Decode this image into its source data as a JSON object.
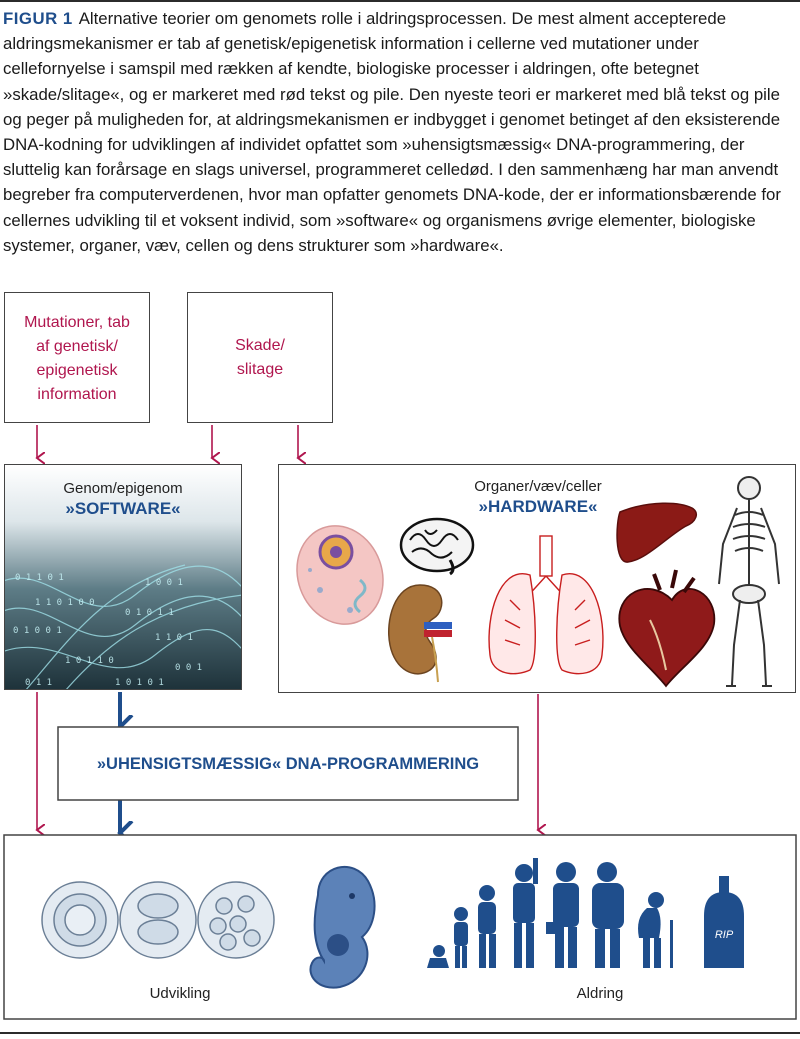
{
  "caption": {
    "figure_label": "FIGUR 1",
    "text": "Alternative teorier om genomets rolle i aldringsprocessen. De mest alment accepterede aldringsmekanismer er tab af genetisk/epigenetisk information i cellerne ved mutationer under cellefornyelse i samspil med rækken af kendte, biologiske processer i aldringen, ofte betegnet »skade/slitage«, og er markeret med rød tekst og pile. Den nyeste teori er markeret med blå tekst og pile og peger på muligheden for, at aldringsmekanismen er indbygget i genomet betinget af den eksisterende DNA-kodning for udviklingen af individet opfattet som »uhensigtsmæssig« DNA-programmering, der sluttelig kan forårsage en slags universel, programmeret celledød. I den sammenhæng har man anvendt begreber fra computerverdenen, hvor man opfatter genomets DNA-kode, der er informationsbærende for cellernes udvikling til et voksent individ, som »software« og organismens øvrige elementer, biologiske systemer, organer, væv, cellen og dens strukturer som »hardware«."
  },
  "boxes": {
    "mutations": {
      "line1": "Mutationer, tab",
      "line2": "af genetisk/",
      "line3": "epigenetisk",
      "line4": "information"
    },
    "damage": {
      "line1": "Skade/",
      "line2": "slitage"
    },
    "genome": {
      "label": "Genom/epigenom",
      "title": "»SOFTWARE«"
    },
    "organs": {
      "label": "Organer/væv/celler",
      "title": "»HARDWARE«"
    },
    "programming": {
      "title": "»UHENSIGTSMÆSSIG« DNA-PROGRAMMERING"
    },
    "bottom": {
      "development_label": "Udvikling",
      "aging_label": "Aldring",
      "rip_text": "RIP"
    }
  },
  "colors": {
    "red": "#b0164e",
    "blue": "#1f4e8c"
  },
  "icons": [
    "dna-code-image",
    "cell-icon",
    "brain-icon",
    "kidney-icon",
    "lungs-icon",
    "liver-icon",
    "heart-icon",
    "skeleton-icon",
    "embryo-cleavage-icon",
    "embryo-icon",
    "aging-silhouettes-icon",
    "tombstone-icon"
  ]
}
